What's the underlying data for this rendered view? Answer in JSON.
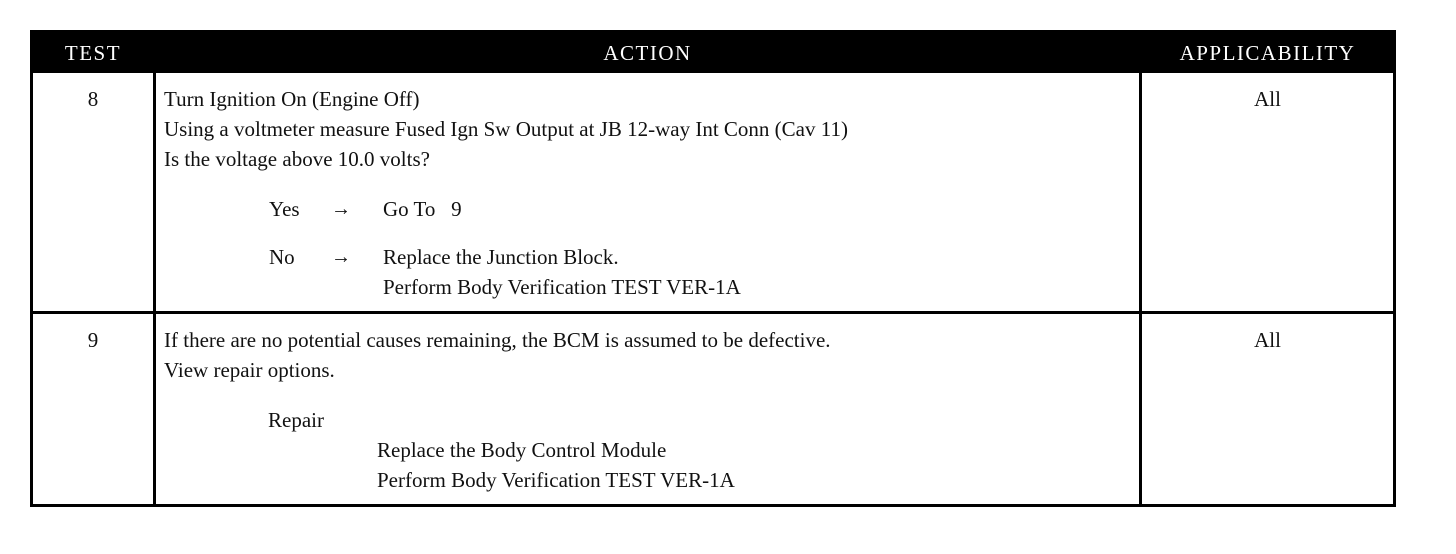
{
  "header": {
    "test": "TEST",
    "action": "ACTION",
    "applicability": "APPLICABILITY"
  },
  "rows": [
    {
      "test": "8",
      "action_lines": [
        "Turn Ignition On (Engine Off)",
        "Using a voltmeter measure Fused Ign Sw Output at JB 12-way Int Conn (Cav 11)",
        "Is the voltage above 10.0 volts?"
      ],
      "yes_label": "Yes",
      "yes_arrow": "→",
      "yes_result": "Go To   9",
      "no_label": "No",
      "no_arrow": "→",
      "no_result_lines": [
        "Replace the Junction Block.",
        "Perform Body Verification TEST VER-1A"
      ],
      "applicability": "All"
    },
    {
      "test": "9",
      "action_lines": [
        "If there are no potential causes remaining, the BCM is assumed to be defective.",
        "View repair options."
      ],
      "repair_label": "Repair",
      "repair_lines": [
        "Replace the Body Control Module",
        "Perform Body Verification TEST VER-1A"
      ],
      "applicability": "All"
    }
  ]
}
